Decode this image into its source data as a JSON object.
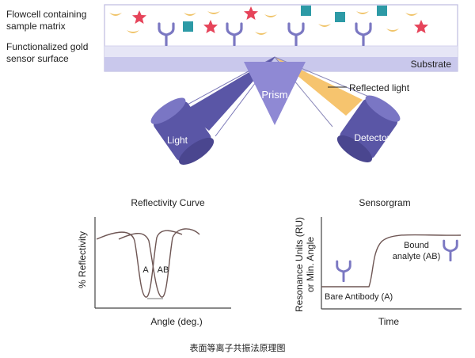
{
  "top_diagram": {
    "flowcell_label": [
      "Flowcell containing",
      "sample matrix"
    ],
    "gold_label": [
      "Functionalized gold",
      "sensor surface"
    ],
    "substrate_label": "Substrate",
    "prism_label": "Prism",
    "reflected_label": "Reflected light",
    "light_label": "Light",
    "detector_label": "Detector"
  },
  "reflectivity_chart": {
    "title": "Reflectivity Curve",
    "ylabel": "% Reflectivity",
    "xlabel": "Angle (deg.)",
    "curve_a_label": "A",
    "curve_ab_label": "AB"
  },
  "sensorgram_chart": {
    "title": "Sensorgram",
    "ylabel": [
      "Resonance Units (RU)",
      "or Min. Angle"
    ],
    "xlabel": "Time",
    "bare_label": "Bare Antibody (A)",
    "bound_label": [
      "Bound",
      "analyte (AB)"
    ]
  },
  "caption": "表面等离子共振法原理图",
  "colors": {
    "star": "#e6445a",
    "square": "#2d9aa6",
    "crescent": "#f0c46a",
    "antibody": "#7b78c2",
    "prism": "#8f89d4",
    "light": "#5a56a6",
    "reflected": "#f6c46e",
    "substrate": "#c9c8ec"
  }
}
